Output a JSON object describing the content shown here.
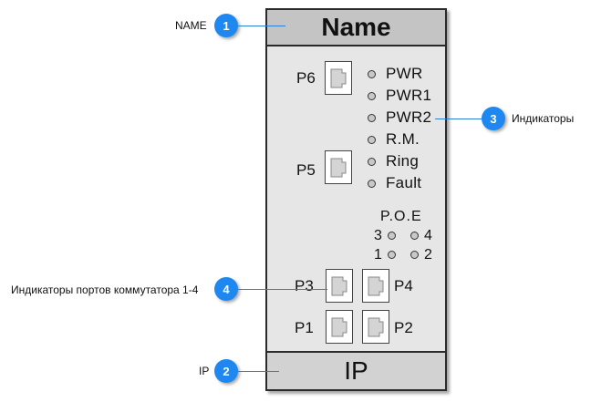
{
  "device": {
    "header": "Name",
    "footer": "IP",
    "ports": {
      "p6": "P6",
      "p5": "P5",
      "p3": "P3",
      "p4": "P4",
      "p1": "P1",
      "p2": "P2"
    },
    "indicators": [
      "PWR",
      "PWR1",
      "PWR2",
      "R.M.",
      "Ring",
      "Fault"
    ],
    "poe": {
      "title": "P.O.E",
      "n3": "3",
      "n4": "4",
      "n1": "1",
      "n2": "2"
    }
  },
  "callouts": {
    "c1": {
      "number": "1",
      "text": "NAME"
    },
    "c2": {
      "number": "2",
      "text": "IP"
    },
    "c3": {
      "number": "3",
      "text": "Индикаторы"
    },
    "c4": {
      "number": "4",
      "text": "Индикаторы портов коммутатора 1-4"
    }
  },
  "colors": {
    "badge": "#1e88f0",
    "panel": "#e6e6e6",
    "header": "#c4c4c4"
  }
}
